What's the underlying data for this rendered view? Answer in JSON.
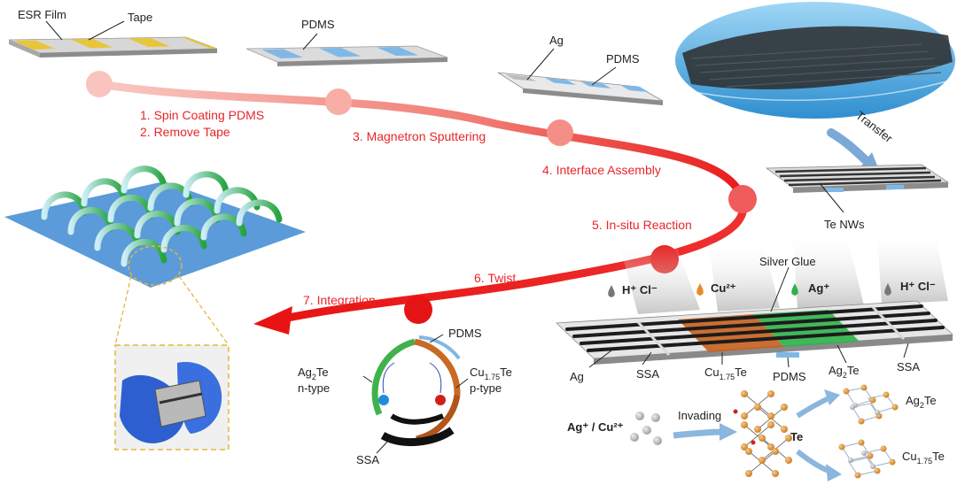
{
  "labels": {
    "esr_film": "ESR Film",
    "tape": "Tape",
    "pdms_top": "PDMS",
    "ag": "Ag",
    "pdms_mid": "PDMS",
    "transfer": "Transfer",
    "te_nws": "Te NWs",
    "silver_glue": "Silver Glue",
    "acid_left": "H⁺ Cl⁻",
    "cu_ion": "Cu²⁺",
    "ag_ion": "Ag⁺",
    "acid_right": "H⁺ Cl⁻",
    "strip_ag": "Ag",
    "strip_ssa_left": "SSA",
    "strip_cu_base": "Cu",
    "strip_cu_sub": "1.75",
    "strip_cu_te": "Te",
    "strip_pdms": "PDMS",
    "strip_ag2_base": "Ag",
    "strip_ag2_sub": "2",
    "strip_ag2_te": "Te",
    "strip_ssa_right": "SSA",
    "ion_prefix": "Ag⁺ / Cu²⁺",
    "invading": "Invading",
    "te_core": "Te",
    "product_ag_base": "Ag",
    "product_ag_sub": "2",
    "product_ag_te": "Te",
    "product_cu_base": "Cu",
    "product_cu_sub": "1.75",
    "product_cu_te": "Te",
    "ring_pdms": "PDMS",
    "ring_ag_base": "Ag",
    "ring_ag_sub": "2",
    "ring_ag_te": "Te",
    "ring_ntype": "n-type",
    "ring_cu_base": "Cu",
    "ring_cu_sub": "1.75",
    "ring_cu_te": "Te",
    "ring_ptype": "p-type",
    "ring_ssa": "SSA"
  },
  "steps": [
    "1. Spin Coating PDMS",
    "2. Remove Tape",
    "3. Magnetron Sputtering",
    "4. Interface Assembly",
    "5. In-situ Reaction",
    "6. Twist",
    "7. Integration"
  ],
  "colors": {
    "process_arrow_start": "#f6b3ad",
    "process_arrow_end": "#e81b1b",
    "ag2te_green": "#2db34a",
    "cu_te_brown": "#c8601e",
    "pdms_blue": "#7fb8e6",
    "tape_yellow": "#e8c53a",
    "substrate_blue": "#5b9bd9"
  }
}
